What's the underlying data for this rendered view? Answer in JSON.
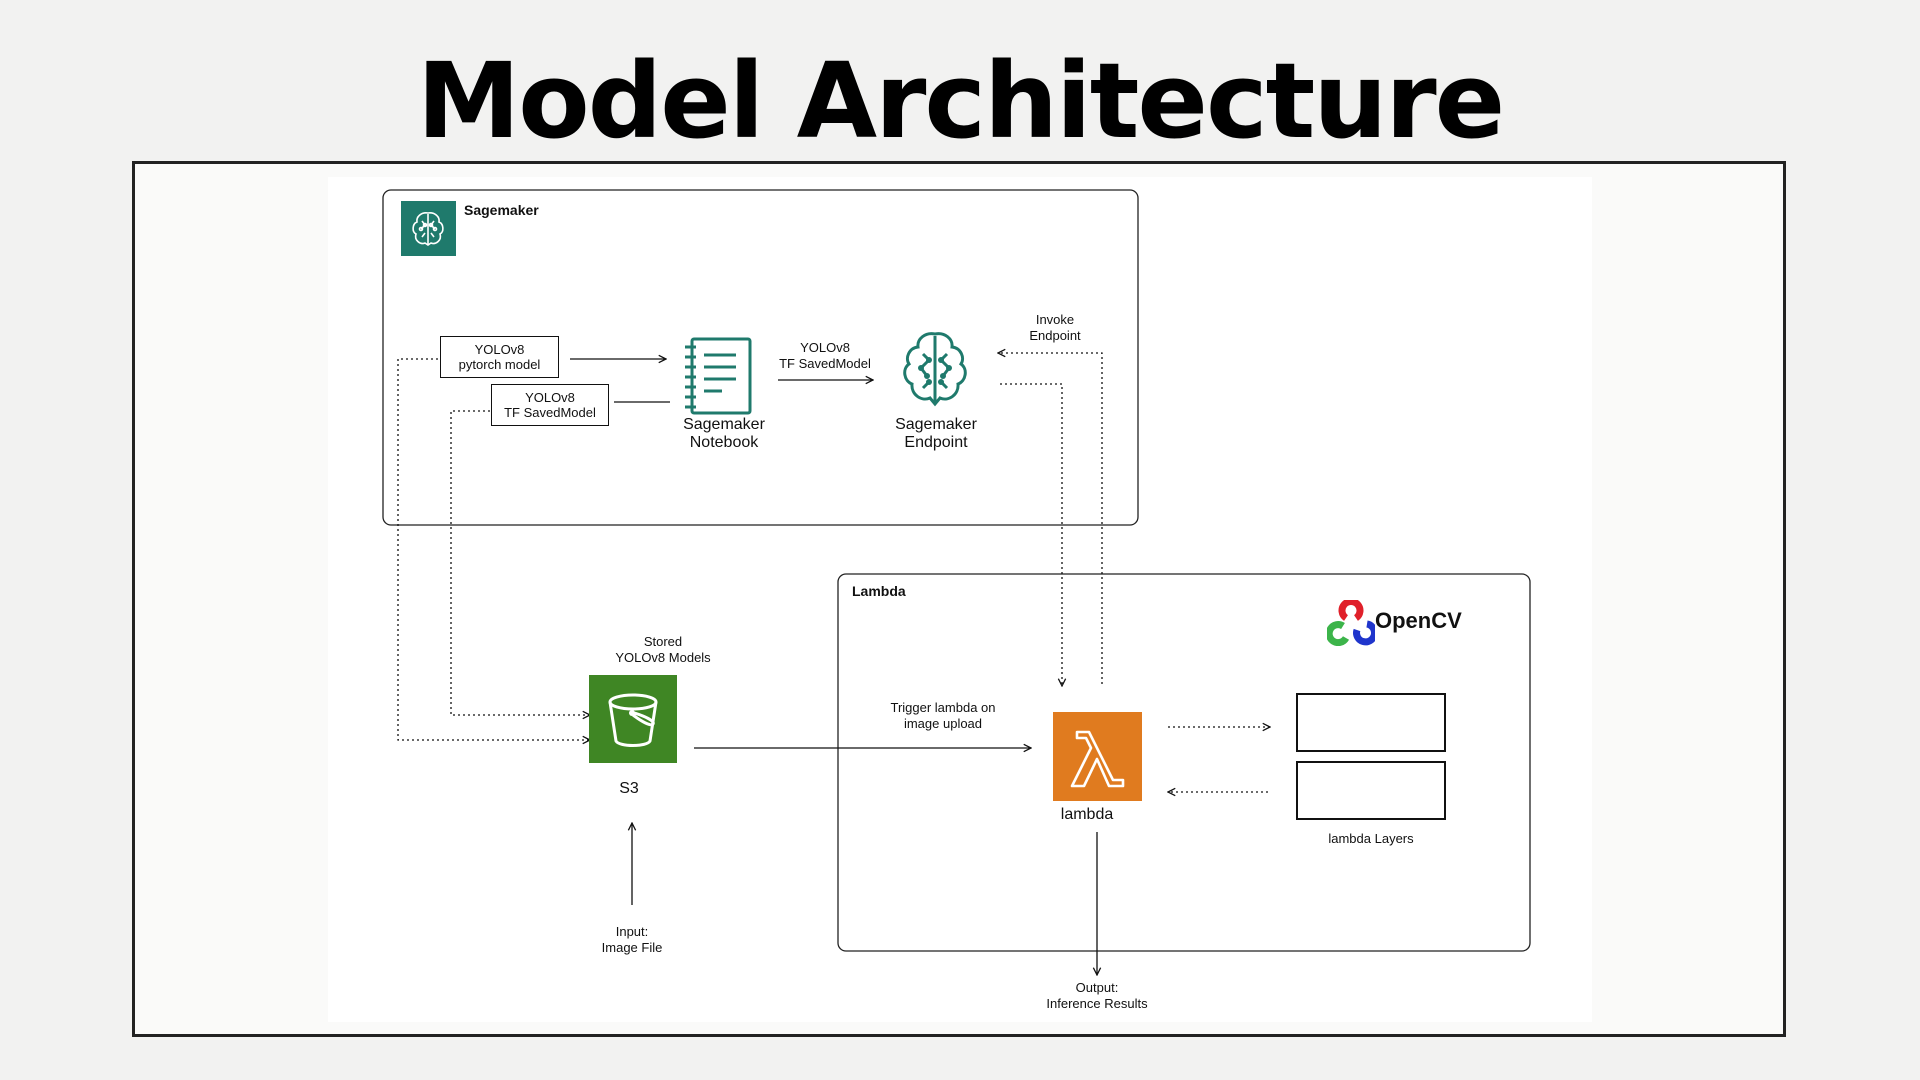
{
  "title": "Model Architecture",
  "groups": {
    "sagemaker": "Sagemaker",
    "lambda": "Lambda"
  },
  "models": {
    "pytorch": "YOLOv8\npytorch model",
    "tf": "YOLOv8\nTF SavedModel"
  },
  "nodes": {
    "notebook": "Sagemaker\nNotebook",
    "endpoint": "Sagemaker\nEndpoint",
    "s3": "S3",
    "lambda": "lambda",
    "layers": "lambda Layers",
    "opencv": "OpenCV"
  },
  "edge_labels": {
    "notebook_to_endpoint": "YOLOv8\nTF SavedModel",
    "invoke": "Invoke\nEndpoint",
    "stored": "Stored\nYOLOv8 Models",
    "trigger": "Trigger lambda on\nimage upload",
    "input": "Input:\nImage File",
    "output": "Output:\nInference Results"
  },
  "colors": {
    "sagemaker": "#1f7a6c",
    "s3": "#3f8624",
    "lambda": "#e07b1f"
  },
  "icons": {
    "sagemaker": "brain-icon",
    "notebook": "notebook-icon",
    "endpoint": "brain-icon",
    "s3": "bucket-icon",
    "lambda": "lambda-icon",
    "opencv": "opencv-logo"
  }
}
